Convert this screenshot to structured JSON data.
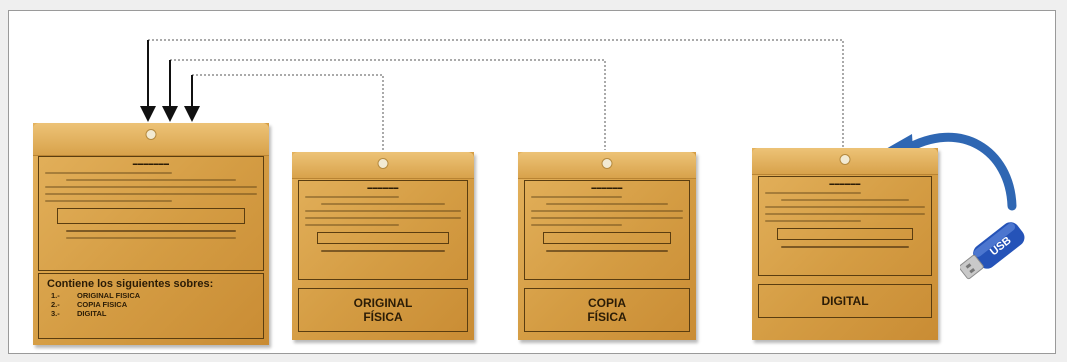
{
  "envelopes": {
    "main": {
      "contents_heading": "Contiene los siguientes sobres:",
      "items": [
        {
          "num": "1.-",
          "label": "ORIGINAL FISICA"
        },
        {
          "num": "2.-",
          "label": "COPIA FISICA"
        },
        {
          "num": "3.-",
          "label": "DIGITAL"
        }
      ]
    },
    "original": {
      "label_line1": "ORIGINAL",
      "label_line2": "FÍSICA"
    },
    "copia": {
      "label_line1": "COPIA",
      "label_line2": "FÍSICA"
    },
    "digital": {
      "label": "DIGITAL"
    }
  },
  "usb": {
    "text": "USB"
  },
  "colors": {
    "envelope": "#d9a14a",
    "connector": "#555555",
    "arrow": "#2f67b3",
    "usb_body": "#2553b8"
  }
}
